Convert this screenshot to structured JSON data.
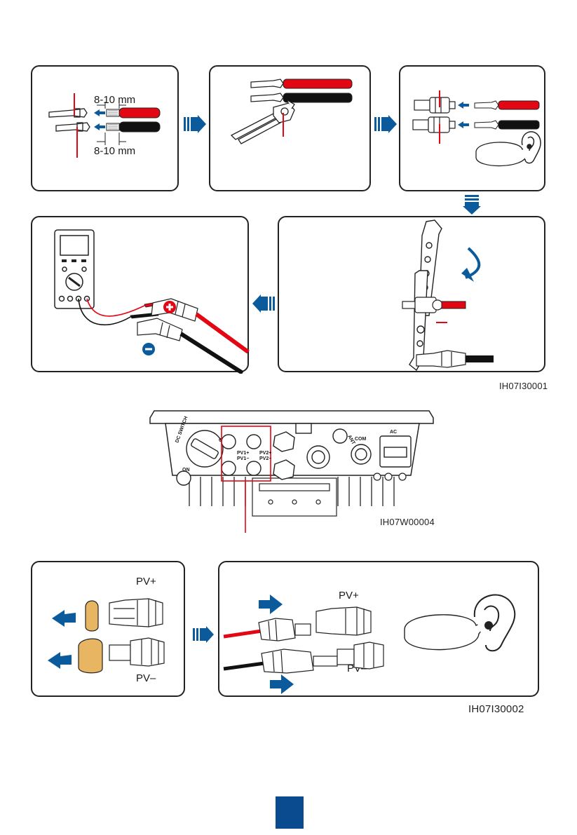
{
  "step1": {
    "dim_top": "8-10 mm",
    "dim_bottom": "8-10 mm"
  },
  "figure_codes": {
    "top": "IH07I30001",
    "middle": "IH07W00004",
    "bottom": "IH07I30002"
  },
  "inverter_labels": {
    "dc_switch": "DC SWITCH",
    "off": "OFF",
    "on": "ON",
    "pv1_plus": "PV1+",
    "pv1_minus": "PV1−",
    "pv2_plus": "PV2+",
    "pv2_minus": "PV2−",
    "ant": "ANT",
    "com": "COM",
    "ac": "AC"
  },
  "connector_labels": {
    "left_pv_plus": "PV+",
    "left_pv_minus": "PV–",
    "right_pv_plus": "PV+",
    "right_pv_minus": "PV–"
  },
  "colors": {
    "red": "#e30613",
    "blue": "#0a5a9c",
    "brass": "#e8b563",
    "outline": "#222222"
  }
}
